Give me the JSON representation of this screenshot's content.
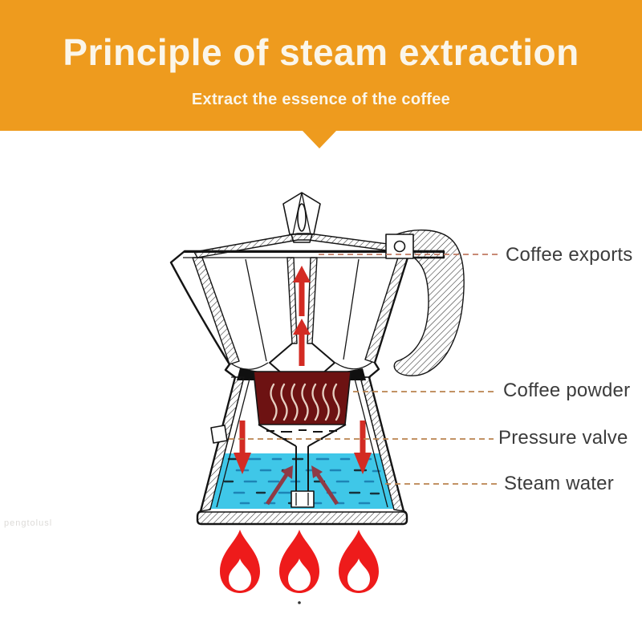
{
  "header": {
    "title": "Principle of steam extraction",
    "subtitle": "Extract the essence of the coffee"
  },
  "callouts": [
    {
      "id": "coffee-exports",
      "text": "Coffee exports"
    },
    {
      "id": "coffee-powder",
      "text": "Coffee powder"
    },
    {
      "id": "pressure-valve",
      "text": "Pressure valve"
    },
    {
      "id": "steam-water",
      "text": "Steam water"
    }
  ],
  "watermark": "pengtolusl",
  "colors": {
    "header-bg": "#EE9B1E",
    "header-text": "#FBF6EA",
    "label": "#3C3C3C",
    "line": "#141414",
    "flame": "#EE1B1B",
    "water": "#3FC7E8",
    "water-dash": "#1D84B5",
    "coffee": "#6D1212",
    "squiggle": "#F2DFD0",
    "arrow": "#D32B23",
    "arrow-dark": "#8F3A46",
    "leader": "#B9834F",
    "leader-red": "#C07A62",
    "watermark": "#DDDBD8"
  }
}
